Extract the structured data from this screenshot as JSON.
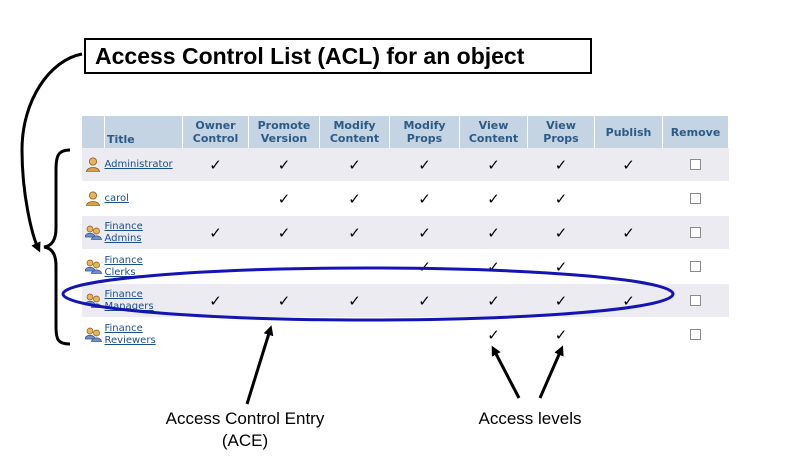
{
  "title": "Access Control List (ACL) for an object",
  "table": {
    "headers": [
      {
        "l1": "",
        "l2": "Title"
      },
      {
        "l1": "Owner",
        "l2": "Control"
      },
      {
        "l1": "Promote",
        "l2": "Version"
      },
      {
        "l1": "Modify",
        "l2": "Content"
      },
      {
        "l1": "Modify",
        "l2": "Props"
      },
      {
        "l1": "View",
        "l2": "Content"
      },
      {
        "l1": "View",
        "l2": "Props"
      },
      {
        "l1": "",
        "l2": "Publish"
      },
      {
        "l1": "",
        "l2": "Remove"
      }
    ],
    "rows": [
      {
        "name1": "Administrator",
        "name2": "",
        "icon": "user-icon",
        "perms": [
          true,
          true,
          true,
          true,
          true,
          true,
          true
        ]
      },
      {
        "name1": "carol",
        "name2": "",
        "icon": "user-icon",
        "perms": [
          false,
          true,
          true,
          true,
          true,
          true,
          false
        ]
      },
      {
        "name1": "Finance",
        "name2": "Admins",
        "icon": "group-icon",
        "perms": [
          true,
          true,
          true,
          true,
          true,
          true,
          true
        ]
      },
      {
        "name1": "Finance",
        "name2": "Clerks",
        "icon": "group-icon",
        "perms": [
          false,
          false,
          false,
          true,
          true,
          true,
          false
        ]
      },
      {
        "name1": "Finance",
        "name2": "Managers",
        "icon": "group-icon",
        "perms": [
          true,
          true,
          true,
          true,
          true,
          true,
          true
        ]
      },
      {
        "name1": "Finance",
        "name2": "Reviewers",
        "icon": "group-icon",
        "perms": [
          false,
          false,
          false,
          false,
          true,
          true,
          false
        ]
      }
    ],
    "check_glyph": "✓"
  },
  "captions": {
    "ace_line1": "Access Control Entry",
    "ace_line2": "(ACE)",
    "levels": "Access levels"
  },
  "colors": {
    "header_bg": "#c4d4e3",
    "header_text": "#2b5a86",
    "row_shade": "#ecebf1",
    "link": "#1a4f8c",
    "ellipse": "#1414b4"
  }
}
